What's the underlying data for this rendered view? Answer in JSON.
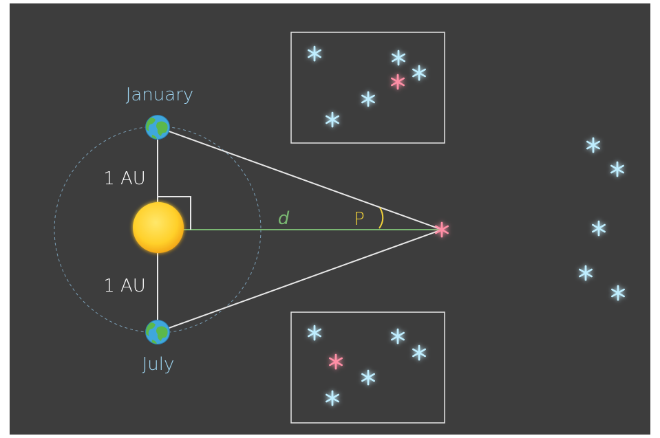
{
  "labels": {
    "january": "January",
    "july": "July",
    "au_top": "1 AU",
    "au_bottom": "1 AU",
    "distance": "d",
    "parallax": "P"
  },
  "colors": {
    "background": "#3d3d3d",
    "frame": "#ffffff",
    "line": "#e8e8e8",
    "distance_line": "#7ab872",
    "parallax": "#f2d23a",
    "label_blue": "#9fd6f2",
    "label_white": "#ffffff",
    "orbit": "#8ab8d6",
    "sun_core": "#ffd43b",
    "sun_edge": "#f5b619",
    "star_blue": "#bfeeff",
    "star_red": "#ff8fa6",
    "earth_ocean": "#3fa7dc",
    "earth_land": "#55b04a"
  },
  "icons": {
    "earth": "earth-globe-icon",
    "sun": "sun-icon",
    "star": "star-icon"
  }
}
